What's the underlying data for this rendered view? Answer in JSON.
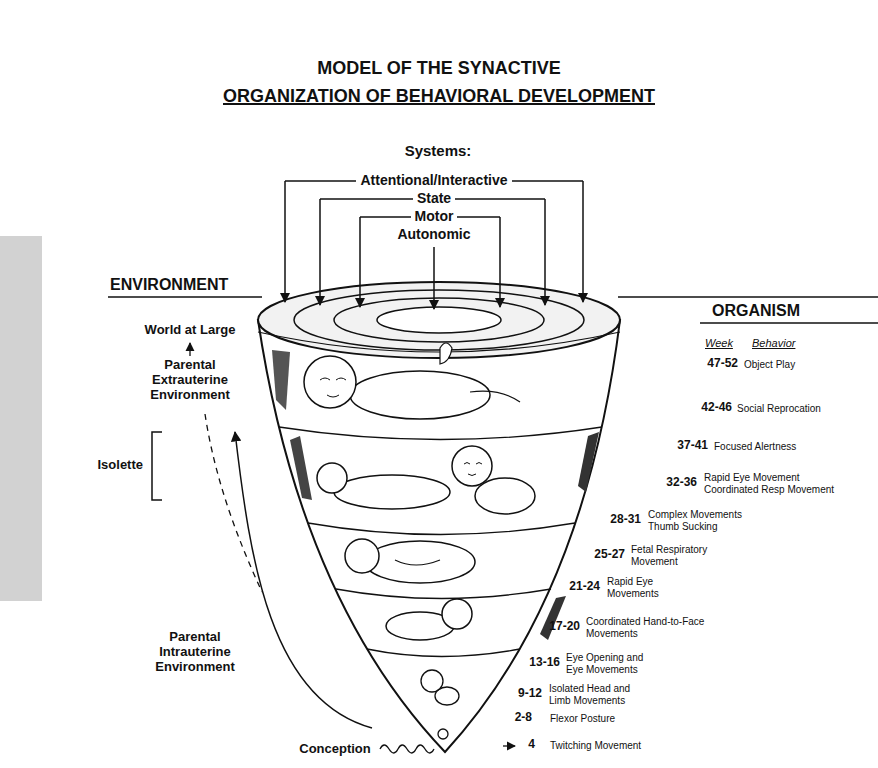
{
  "diagram": {
    "title": "MODEL OF THE SYNACTIVE ORGANIZATION OF BEHAVIORAL DEVELOPMENT",
    "labels": [
      "Systems:",
      "Attentional/Interactive",
      "State",
      "Motor",
      "Autonomic",
      "ENVIRONMENT",
      "ORGANISM",
      "World at Large",
      "Week",
      "Behavior",
      "47-52",
      "Object Play",
      "Parental Extrauterine Environment",
      "42-46",
      "Social Reprocation",
      "37-41",
      "Focused Alertness",
      "Isolette",
      "32-36",
      "Rapid Eye Movement Coordinated Resp Movement",
      "28-31",
      "Complex Movements Thumb Sucking",
      "25-27",
      "Fetal Respiratory Movement",
      "21-24",
      "Rapid Eye Movements",
      "Parental Intrauterine Environment",
      "17-20",
      "Coordinated Hand-to-Face Movements",
      "13-16",
      "Eye Opening and Eye Movements",
      "9-12",
      "Isolated Head and Limb Movements",
      "2-8",
      "Flexor Posture",
      "4",
      "Twitching Movement",
      "Conception"
    ]
  }
}
